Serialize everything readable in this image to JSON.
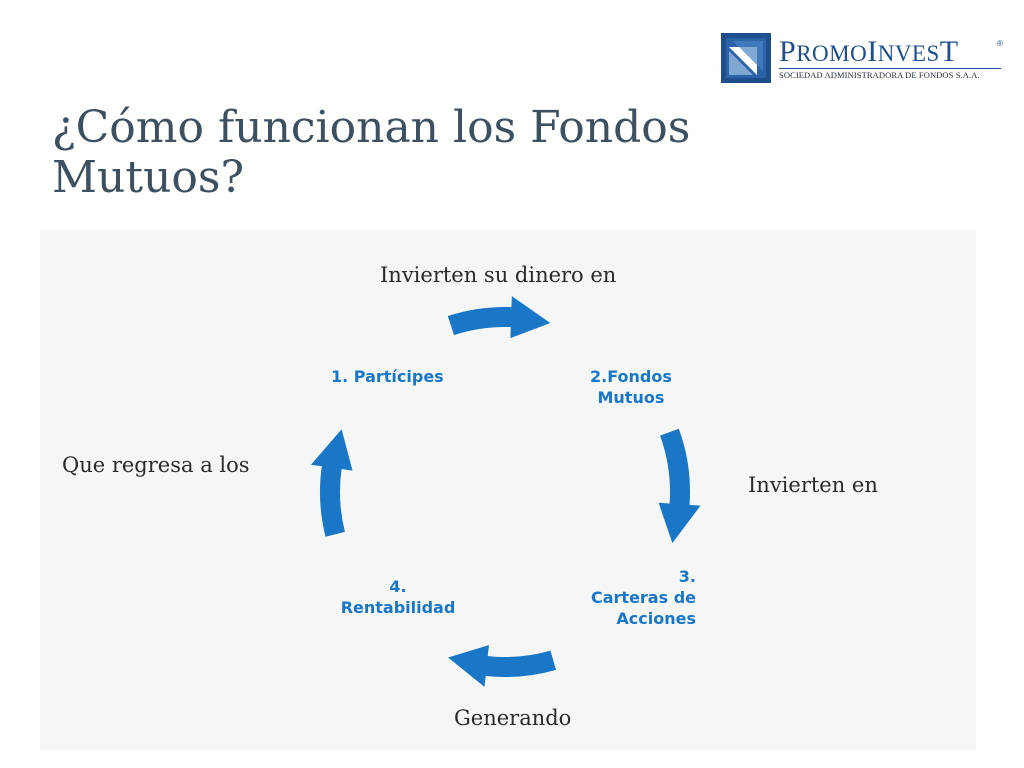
{
  "brand": {
    "name_big_1": "P",
    "name_small_1": "ROMO",
    "name_big_2": "I",
    "name_small_2": "NVES",
    "name_big_3": "T",
    "registered": "®",
    "tagline": "SOCIEDAD ADMINISTRADORA DE FONDOS S.A.A.",
    "color": "#1f4e8c"
  },
  "slide": {
    "title": "¿Cómo funcionan los Fondos Mutuos?"
  },
  "diagram": {
    "arrow_color": "#1a76c7",
    "nodes": [
      {
        "id": "participes",
        "label": "1. Partícipes"
      },
      {
        "id": "fondos",
        "label": "2.Fondos\nMutuos"
      },
      {
        "id": "carteras",
        "label": "3.\nCarteras de\nAcciones"
      },
      {
        "id": "rentabilidad",
        "label": "4.\nRentabilidad"
      }
    ],
    "edges": [
      {
        "from": "participes",
        "to": "fondos",
        "label": "Invierten su dinero en"
      },
      {
        "from": "fondos",
        "to": "carteras",
        "label": "Invierten en"
      },
      {
        "from": "carteras",
        "to": "rentabilidad",
        "label": "Generando"
      },
      {
        "from": "rentabilidad",
        "to": "participes",
        "label": "Que regresa a los"
      }
    ]
  }
}
